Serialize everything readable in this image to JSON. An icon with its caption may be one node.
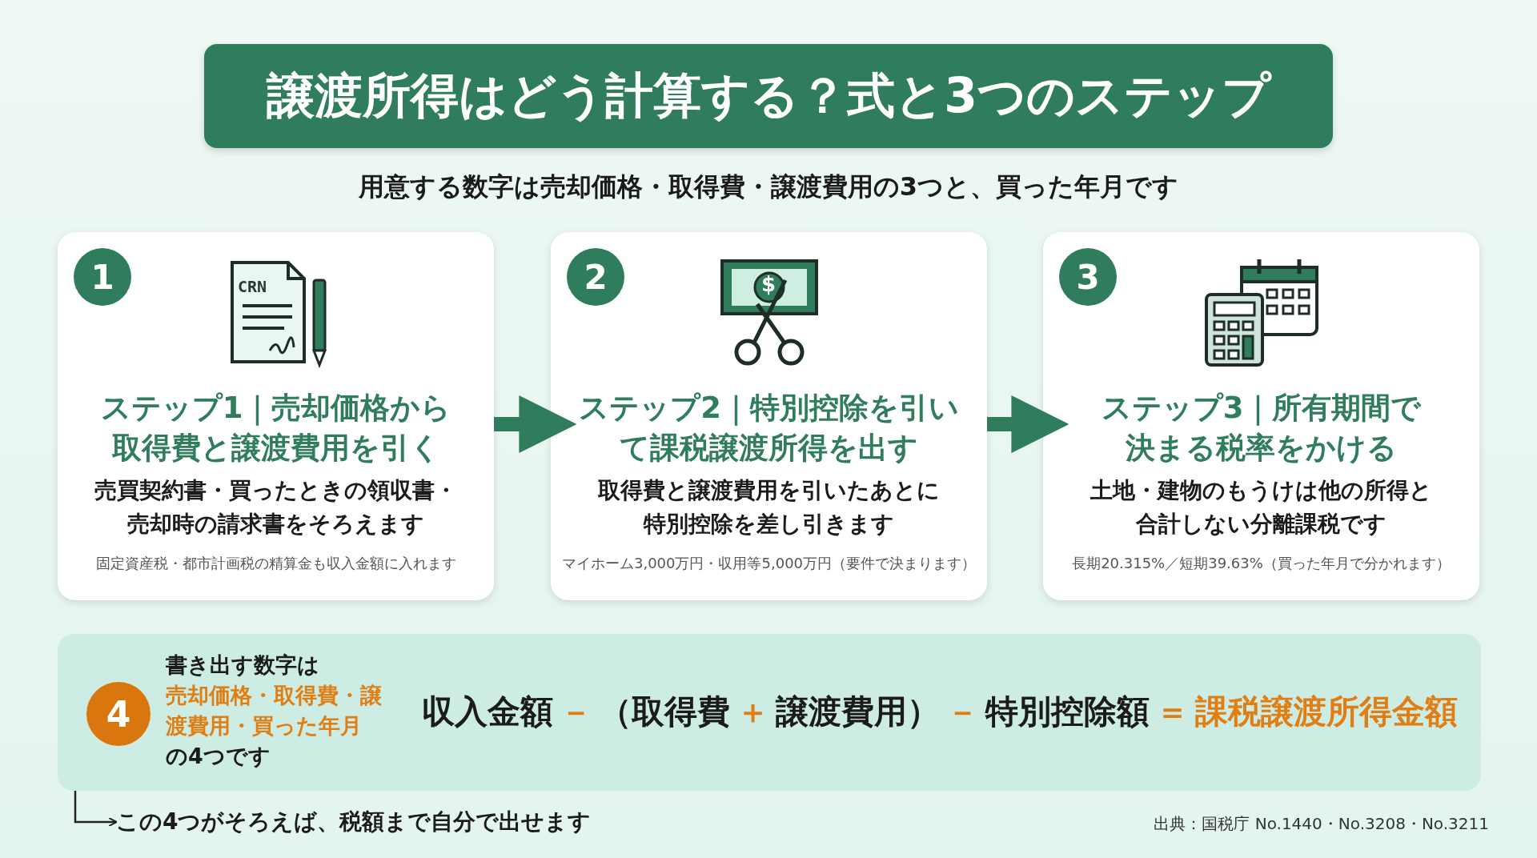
{
  "diagram": {
    "title": "譲渡所得はどう計算する？式と3つのステップ",
    "nodes": [
      {
        "text": [
          "1",
          "ステップ1｜売却価格から取得費と譲渡費用を引く",
          "売買契約書・買ったときの領収書・売却時の請求書をそろえます",
          "固定資産税・都市計画税の精算金も収入金額に入れます"
        ]
      },
      {
        "text": [
          "2",
          "ステップ2｜特別控除を引いて課税譲渡所得を出す",
          "取得費と譲渡費用を引いたあとに特別控除を差し引きます",
          "マイホーム3,000万円・収用等5,000万円（要件で決まります）"
        ]
      },
      {
        "text": [
          "3",
          "ステップ3｜所有期間で決まる税率をかける",
          "土地・建物のもうけは他の所得と合計しない分離課税です",
          "長期20.315%／短期39.63%（買った年月で分かれます）"
        ]
      },
      {
        "text": [
          "4",
          "書き出す数字は",
          "売却価格・取得費・譲渡費用・買った年月",
          "の4つです",
          "収入金額",
          "－",
          "（取得費",
          "＋",
          "譲渡費用）",
          "－",
          "特別控除額",
          "＝",
          "課税譲渡所得金額"
        ]
      },
      {
        "text": [
          "この4つがそろえば、税額まで自分で出せます"
        ]
      }
    ],
    "edges": [
      {
        "from": 0,
        "to": 1,
        "arrow": "to"
      },
      {
        "from": 1,
        "to": 2,
        "arrow": "to"
      },
      {
        "from": 3,
        "to": 4,
        "arrow": "to",
        "color": "#222222"
      }
    ],
    "labels": [
      "用意する数字は売却価格・取得費・譲渡費用の3つと、買った年月です",
      "CRN",
      "$",
      "出典：国税庁 No.1440・No.3208・No.3211"
    ]
  }
}
